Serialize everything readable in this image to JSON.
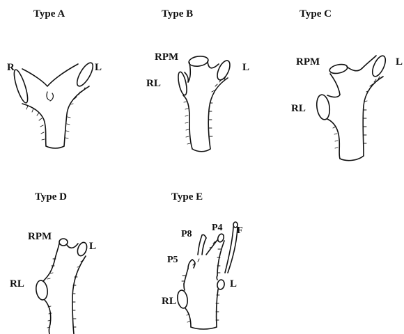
{
  "panels": [
    {
      "id": "A",
      "title": "Type A",
      "labels": {
        "right": "R",
        "left": "L"
      }
    },
    {
      "id": "B",
      "title": "Type B",
      "labels": {
        "rpm": "RPM",
        "rl": "RL",
        "left": "L"
      }
    },
    {
      "id": "C",
      "title": "Type C",
      "labels": {
        "rpm": "RPM",
        "rl": "RL",
        "left": "L"
      }
    },
    {
      "id": "D",
      "title": "Type D",
      "labels": {
        "rpm": "RPM",
        "rl": "RL",
        "left": "L"
      }
    },
    {
      "id": "E",
      "title": "Type E",
      "labels": {
        "p8": "P8",
        "p4": "P4",
        "f": "F",
        "p5": "P5",
        "rl": "RL",
        "left": "L"
      }
    }
  ],
  "colors": {
    "ink": "#111111",
    "background": "#ffffff"
  }
}
